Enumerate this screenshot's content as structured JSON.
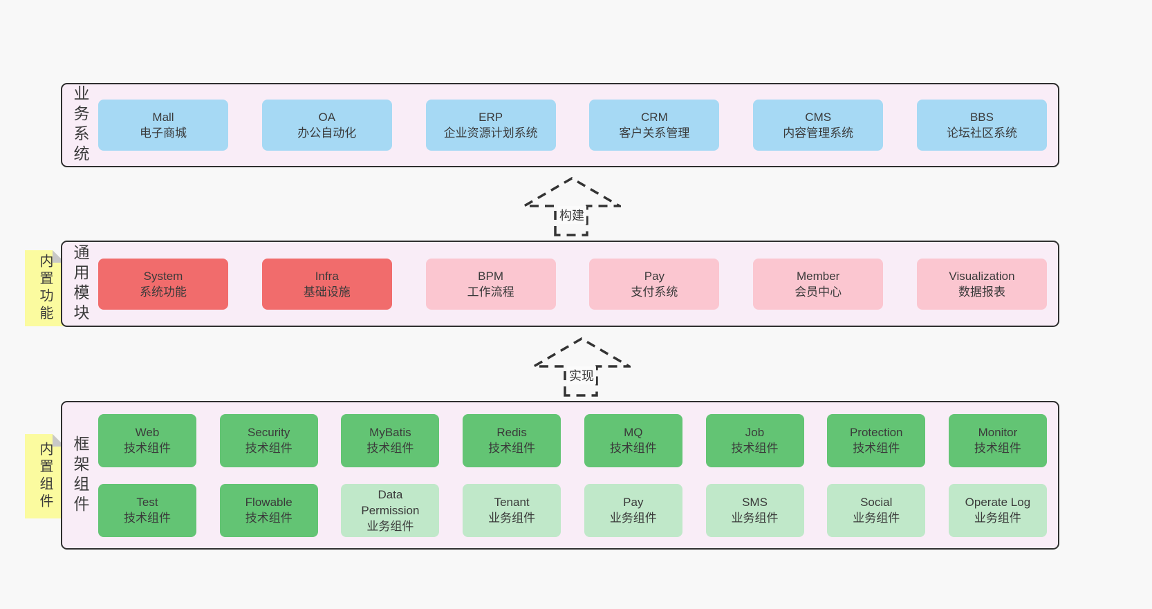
{
  "palette": {
    "page_bg": "#f8f8f8",
    "band_bg": "#f9edf7",
    "band_border": "#2f2f2f",
    "blue": "#a6d9f4",
    "red": "#f16c6c",
    "pink": "#fbc6d0",
    "green": "#63c474",
    "light_green": "#c0e8c9",
    "sticky_yellow": "#fbfb9f",
    "sticky_fold": "#c8c8c8",
    "text": "#3a3a3a"
  },
  "arrows": [
    {
      "label": "构建"
    },
    {
      "label": "实现"
    }
  ],
  "bands": [
    {
      "label": "业务系统",
      "rows": [
        [
          {
            "title": "Mall",
            "subtitle": "电子商城"
          },
          {
            "title": "OA",
            "subtitle": "办公自动化"
          },
          {
            "title": "ERP",
            "subtitle": "企业资源计划系统"
          },
          {
            "title": "CRM",
            "subtitle": "客户关系管理"
          },
          {
            "title": "CMS",
            "subtitle": "内容管理系统"
          },
          {
            "title": "BBS",
            "subtitle": "论坛社区系统"
          }
        ]
      ]
    },
    {
      "label": "通用模块",
      "sticky": "内置功能",
      "rows": [
        [
          {
            "title": "System",
            "subtitle": "系统功能"
          },
          {
            "title": "Infra",
            "subtitle": "基础设施"
          },
          {
            "title": "BPM",
            "subtitle": "工作流程"
          },
          {
            "title": "Pay",
            "subtitle": "支付系统"
          },
          {
            "title": "Member",
            "subtitle": "会员中心"
          },
          {
            "title": "Visualization",
            "subtitle": "数据报表"
          }
        ]
      ]
    },
    {
      "label": "框架组件",
      "sticky": "内置组件",
      "rows": [
        [
          {
            "title": "Web",
            "subtitle": "技术组件"
          },
          {
            "title": "Security",
            "subtitle": "技术组件"
          },
          {
            "title": "MyBatis",
            "subtitle": "技术组件"
          },
          {
            "title": "Redis",
            "subtitle": "技术组件"
          },
          {
            "title": "MQ",
            "subtitle": "技术组件"
          },
          {
            "title": "Job",
            "subtitle": "技术组件"
          },
          {
            "title": "Protection",
            "subtitle": "技术组件"
          },
          {
            "title": "Monitor",
            "subtitle": "技术组件"
          }
        ],
        [
          {
            "title": "Test",
            "subtitle": "技术组件"
          },
          {
            "title": "Flowable",
            "subtitle": "技术组件"
          },
          {
            "title": "Data Permission",
            "subtitle": "业务组件"
          },
          {
            "title": "Tenant",
            "subtitle": "业务组件"
          },
          {
            "title": "Pay",
            "subtitle": "业务组件"
          },
          {
            "title": "SMS",
            "subtitle": "业务组件"
          },
          {
            "title": "Social",
            "subtitle": "业务组件"
          },
          {
            "title": "Operate Log",
            "subtitle": "业务组件"
          }
        ]
      ]
    }
  ]
}
